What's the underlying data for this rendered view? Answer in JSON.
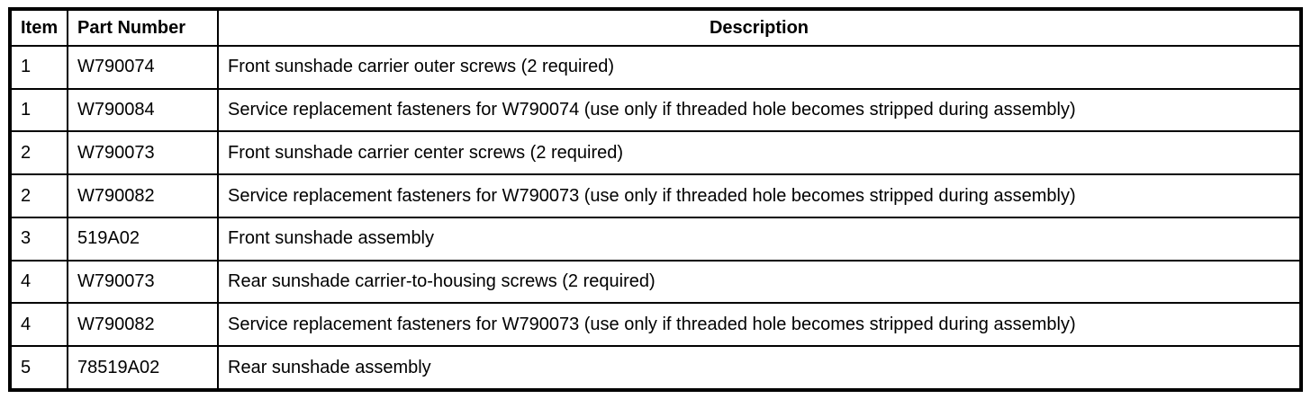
{
  "table": {
    "columns": {
      "item": "Item",
      "part_number": "Part Number",
      "description": "Description"
    },
    "rows": [
      {
        "item": "1",
        "part_number": "W790074",
        "description": "Front sunshade carrier outer screws (2 required)"
      },
      {
        "item": "1",
        "part_number": "W790084",
        "description": "Service replacement fasteners for W790074 (use only if threaded hole becomes stripped during assembly)"
      },
      {
        "item": "2",
        "part_number": "W790073",
        "description": "Front sunshade carrier center screws (2 required)"
      },
      {
        "item": "2",
        "part_number": "W790082",
        "description": "Service replacement fasteners for W790073 (use only if threaded hole becomes stripped during assembly)"
      },
      {
        "item": "3",
        "part_number": "519A02",
        "description": "Front sunshade assembly"
      },
      {
        "item": "4",
        "part_number": "W790073",
        "description": "Rear sunshade carrier-to-housing screws (2 required)"
      },
      {
        "item": "4",
        "part_number": "W790082",
        "description": "Service replacement fasteners for W790073 (use only if threaded hole becomes stripped during assembly)"
      },
      {
        "item": "5",
        "part_number": "78519A02",
        "description": "Rear sunshade assembly"
      }
    ],
    "colors": {
      "border": "#000000",
      "text": "#000000",
      "background": "#ffffff"
    }
  }
}
